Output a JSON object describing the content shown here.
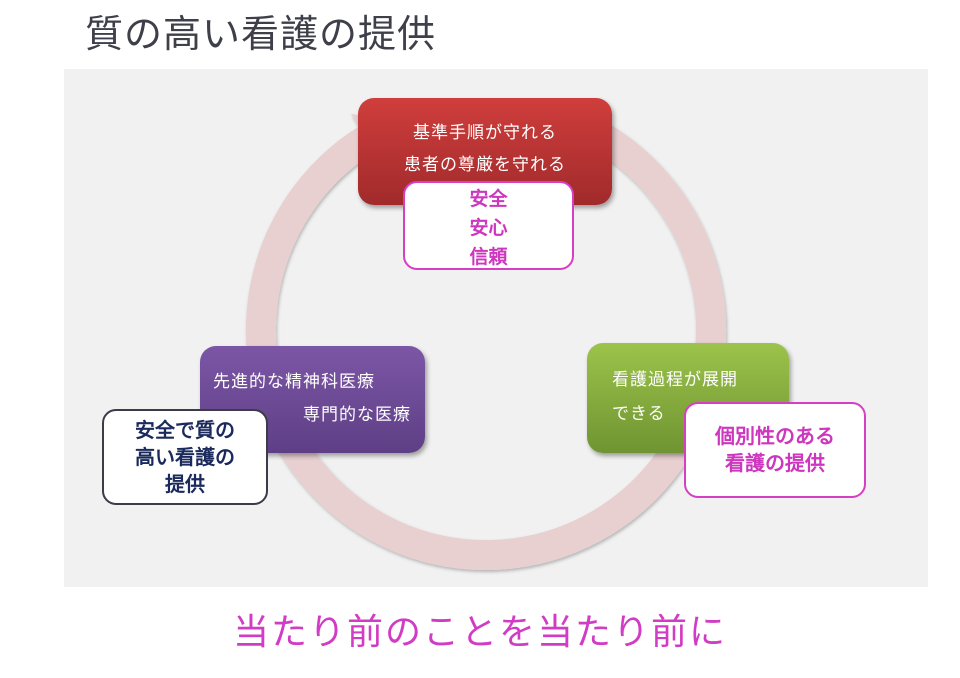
{
  "title": "質の高い看護の提供",
  "cycle": {
    "nodes": [
      {
        "id": "top",
        "lines": [
          "基準手順が守れる",
          "患者の尊厳を守れる"
        ],
        "color": "#c0393a",
        "callout": {
          "lines": [
            "安全",
            "安心",
            "信頼"
          ],
          "color": "#d63fc3"
        }
      },
      {
        "id": "right",
        "lines": [
          "看護過程が展開",
          "できる"
        ],
        "color": "#8ab440",
        "callout": {
          "lines": [
            "個別性のある",
            "看護の提供"
          ],
          "color": "#d63fc3"
        }
      },
      {
        "id": "left",
        "lines": [
          "先進的な精神科医療",
          "専門的な医療"
        ],
        "color": "#6d4a96",
        "callout": {
          "lines": [
            "安全で質の",
            "高い看護の",
            "提供"
          ],
          "color": "#1b2a5c"
        }
      }
    ],
    "ring_color": "#e8cfd0",
    "direction": "clockwise",
    "icons": {
      "arrow": "circular-arrow-icon"
    }
  },
  "slogan": "当たり前のことを当たり前に",
  "colors": {
    "panel_bg": "#f1f1f1",
    "title_text": "#3f3f4a",
    "slogan_text": "#d13cc4"
  }
}
